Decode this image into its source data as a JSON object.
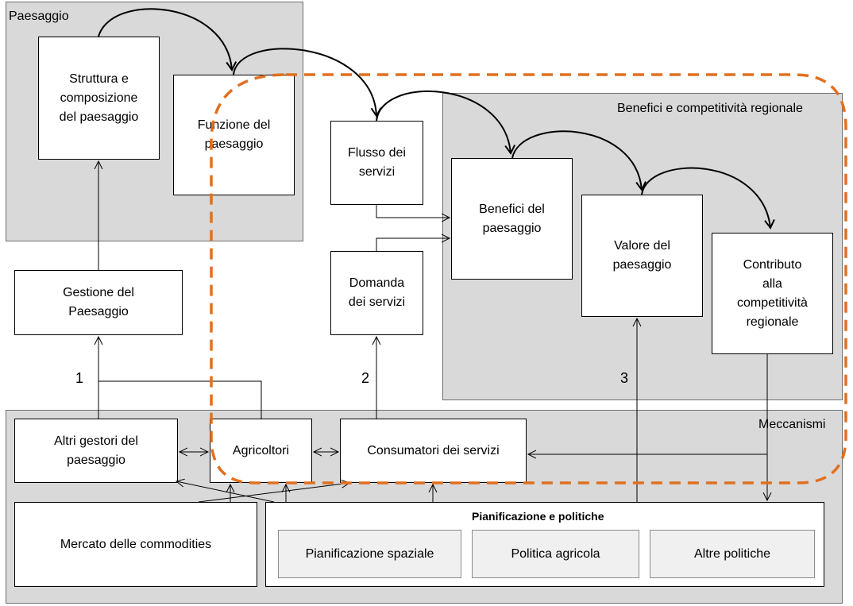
{
  "regions": {
    "paesaggio": "Paesaggio",
    "benefici": "Benefici e competitività regionale",
    "meccanismi": "Meccanismi"
  },
  "boxes": {
    "struttura": "Struttura e\ncomposizione\ndel paesaggio",
    "funzione": "Funzione del\npaesaggio",
    "flusso": "Flusso dei\nservizi",
    "benefici_paesaggio": "Benefici del\npaesaggio",
    "valore": "Valore del\npaesaggio",
    "contributo": "Contributo\nalla\ncompetitività\nregionale",
    "gestione": "Gestione del\nPaesaggio",
    "domanda": "Domanda\ndei servizi",
    "altri_gestori": "Altri gestori del\npaesaggio",
    "agricoltori": "Agricoltori",
    "consumatori": "Consumatori dei servizi",
    "mercato": "Mercato delle commodities"
  },
  "pianificazione": {
    "title": "Pianificazione e politiche",
    "items": [
      "Pianificazione spaziale",
      "Politica agricola",
      "Altre politiche"
    ]
  },
  "numbers": [
    "1",
    "2",
    "3"
  ],
  "colors": {
    "region_fill": "#d9d9d9",
    "dashed_outline": "#e07020"
  }
}
